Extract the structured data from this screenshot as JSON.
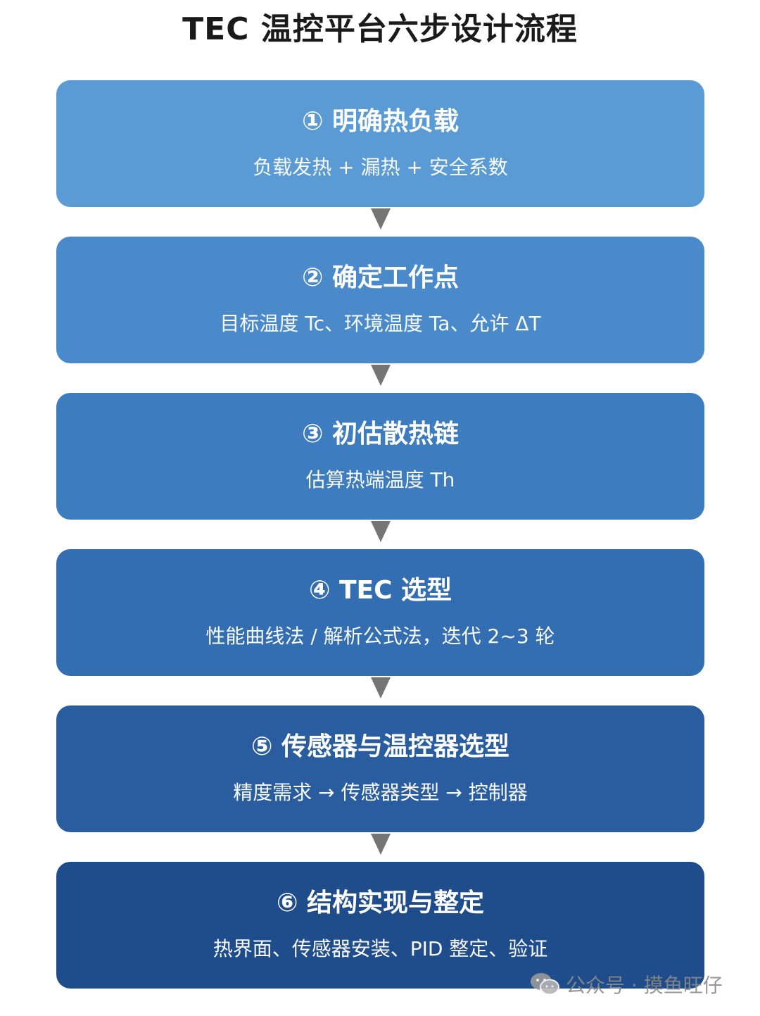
{
  "title": "TEC 温控平台六步设计流程",
  "steps": [
    {
      "title": "① 明确热负载",
      "desc": "负载发热 + 漏热 + 安全系数",
      "color": "#5b9bd5"
    },
    {
      "title": "② 确定工作点",
      "desc": "目标温度 Tc、环境温度 Ta、允许 ΔT",
      "color": "#4a8acb"
    },
    {
      "title": "③ 初估散热链",
      "desc": "估算热端温度 Th",
      "color": "#3e7cc0"
    },
    {
      "title": "④ TEC 选型",
      "desc": "性能曲线法 / 解析公式法，迭代 2~3 轮",
      "color": "#336db2"
    },
    {
      "title": "⑤ 传感器与温控器选型",
      "desc": "精度需求 → 传感器类型 → 控制器",
      "color": "#295d9f"
    },
    {
      "title": "⑥ 结构实现与整定",
      "desc": "热界面、传感器安装、PID 整定、验证",
      "color": "#1f4d8b"
    }
  ],
  "arrow_color": "#757575",
  "watermark": {
    "text": "公众号 · 摸鱼旺仔",
    "icon": "wechat-icon"
  }
}
